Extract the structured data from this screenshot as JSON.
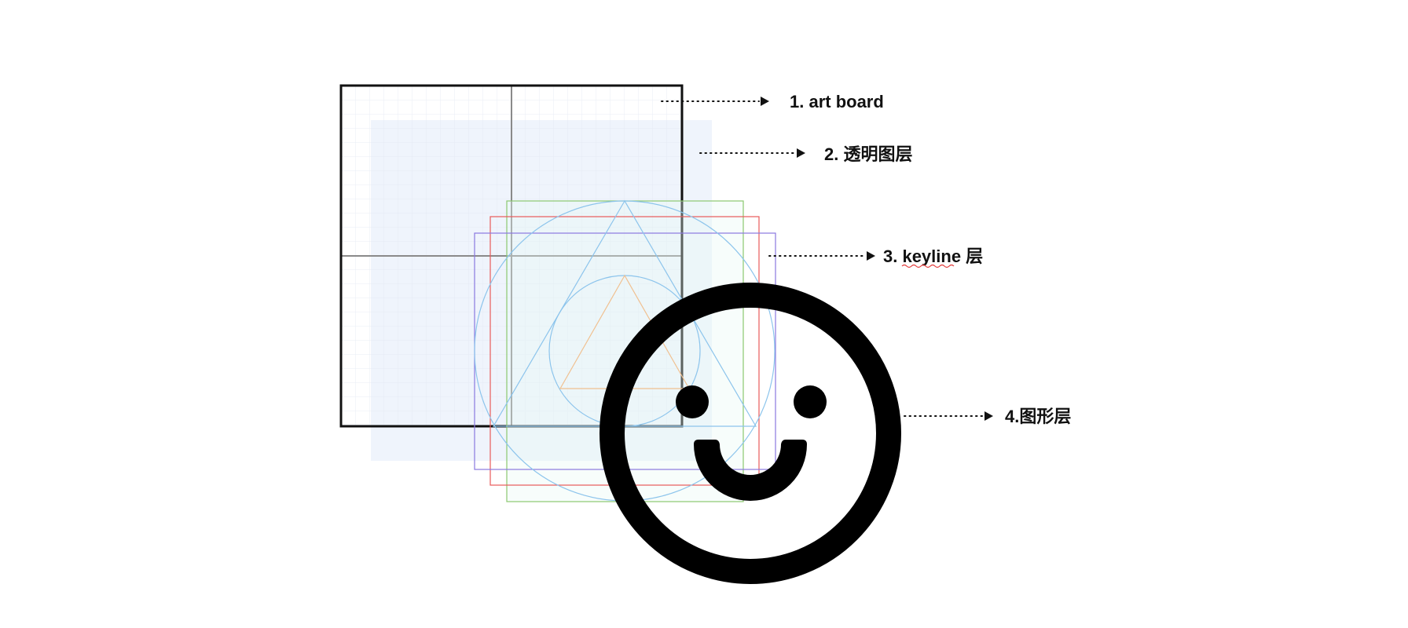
{
  "callouts": [
    {
      "id": "art-board",
      "label": "1. art board"
    },
    {
      "id": "transparent-layer",
      "label": "2. 透明图层"
    },
    {
      "id": "keyline-layer",
      "label": "3. keyline 层"
    },
    {
      "id": "graphic-layer",
      "label": "4.图形层"
    }
  ],
  "colors": {
    "artboard_border": "#111111",
    "transparent_fill": "#e8f0fb",
    "keyline_green": "#8cc870",
    "keyline_red": "#e85a5a",
    "keyline_purple": "#8a78e0",
    "keyline_blue": "#8cc4ec",
    "keyline_orange": "#f0c090",
    "icon_fill": "#000000"
  },
  "icons": {
    "graphic": "smiley-face-icon"
  }
}
